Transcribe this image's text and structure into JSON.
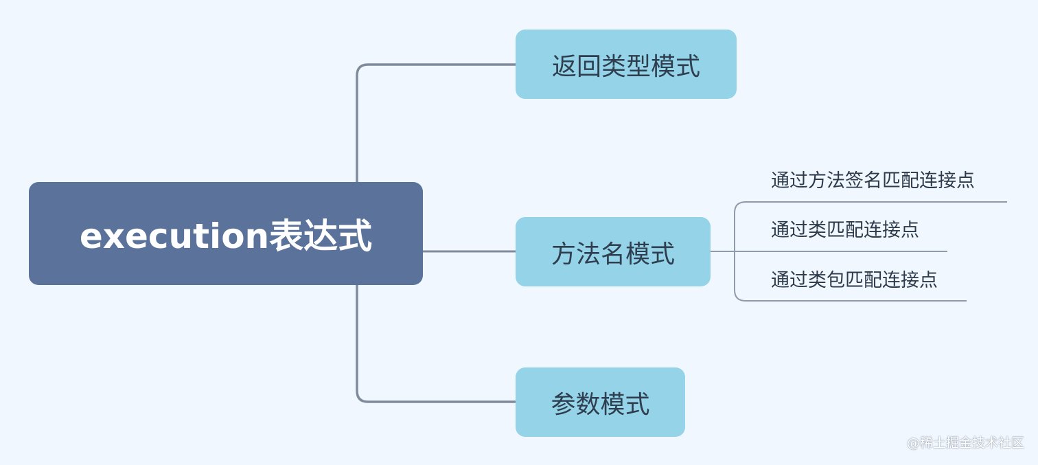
{
  "root": {
    "label": "execution表达式"
  },
  "branches": [
    {
      "label": "返回类型模式",
      "children": []
    },
    {
      "label": "方法名模式",
      "children": [
        {
          "label": "通过方法签名匹配连接点"
        },
        {
          "label": "通过类匹配连接点"
        },
        {
          "label": "通过类包匹配连接点"
        }
      ]
    },
    {
      "label": "参数模式",
      "children": []
    }
  ],
  "watermark": "@稀土掘金技术社区",
  "colors": {
    "background": "#f1f7fe",
    "root_fill": "#5b739b",
    "branch_fill": "#95d4e8",
    "connector": "#7f8b9c"
  }
}
